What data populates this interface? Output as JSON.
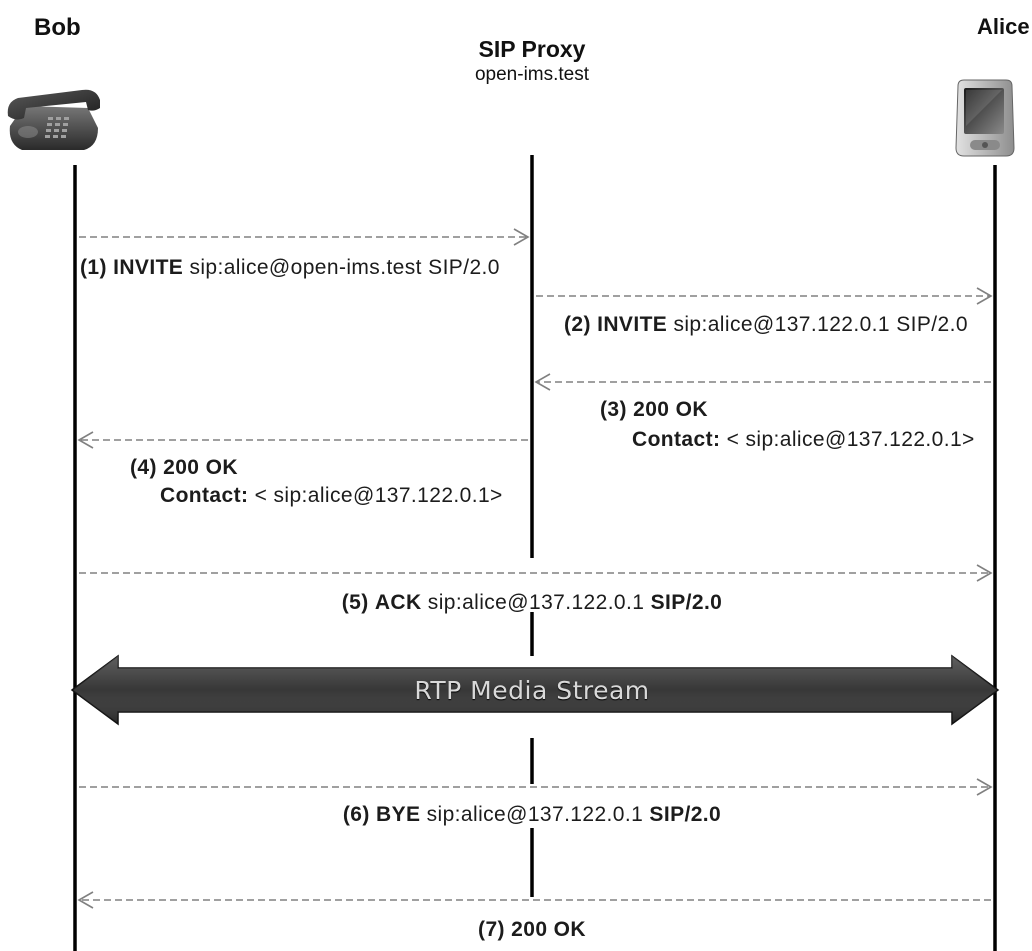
{
  "participants": [
    {
      "name": "Bob",
      "icon": "desk-phone-icon"
    },
    {
      "name": "SIP Proxy",
      "subtitle": "open-ims.test"
    },
    {
      "name": "Alice",
      "icon": "pda-icon"
    }
  ],
  "messages": [
    {
      "number": "(1)",
      "method": "INVITE",
      "uri": "sip:alice@open-ims.test",
      "version": "SIP/2.0",
      "from": 0,
      "to": 1
    },
    {
      "number": "(2)",
      "method": "INVITE",
      "uri": "sip:alice@137.122.0.1",
      "version": "SIP/2.0",
      "from": 1,
      "to": 2
    },
    {
      "number": "(3)",
      "status": "200 OK",
      "header_name": "Contact:",
      "header_value": "< sip:alice@137.122.0.1>",
      "from": 2,
      "to": 1
    },
    {
      "number": "(4)",
      "status": "200 OK",
      "header_name": "Contact:",
      "header_value": "< sip:alice@137.122.0.1>",
      "from": 1,
      "to": 0
    },
    {
      "number": "(5)",
      "method": "ACK",
      "uri": "sip:alice@137.122.0.1",
      "version": "SIP/2.0",
      "from": 0,
      "to": 2
    },
    {
      "number": "(6)",
      "method": "BYE",
      "uri": "sip:alice@137.122.0.1",
      "version": "SIP/2.0",
      "from": 0,
      "to": 2
    },
    {
      "number": "(7)",
      "status": "200 OK",
      "from": 2,
      "to": 0
    }
  ],
  "media_stream": {
    "label": "RTP Media Stream",
    "between": [
      0,
      2
    ],
    "after_message": 5
  },
  "colors": {
    "lifeline": "#000000",
    "message_arrow": "#808080",
    "media_arrow_fill": "#333333",
    "media_arrow_text": "#d9d9d9"
  }
}
